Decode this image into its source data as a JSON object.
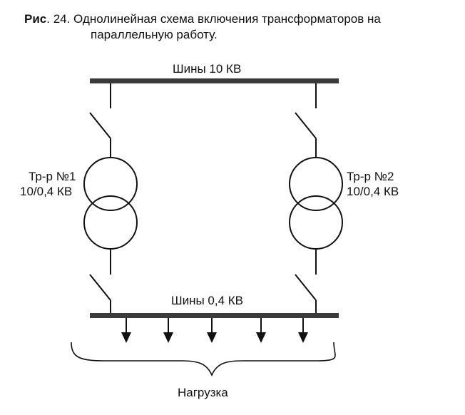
{
  "caption": {
    "prefix": "Рис",
    "rest": ". 24. Однолинейная схема включения трансформаторов на",
    "line2": "параллельную работу."
  },
  "labels": {
    "top_bus": "Шины 10 КВ",
    "bottom_bus": "Шины 0,4 КВ",
    "tr1_name": "Тр-р №1",
    "tr1_rating": "10/0,4 КВ",
    "tr2_name": "Тр-р №2",
    "tr2_rating": "10/0,4 КВ",
    "load": "Нагрузка"
  },
  "colors": {
    "line": "#111111",
    "bus": "#3a3a3a"
  }
}
